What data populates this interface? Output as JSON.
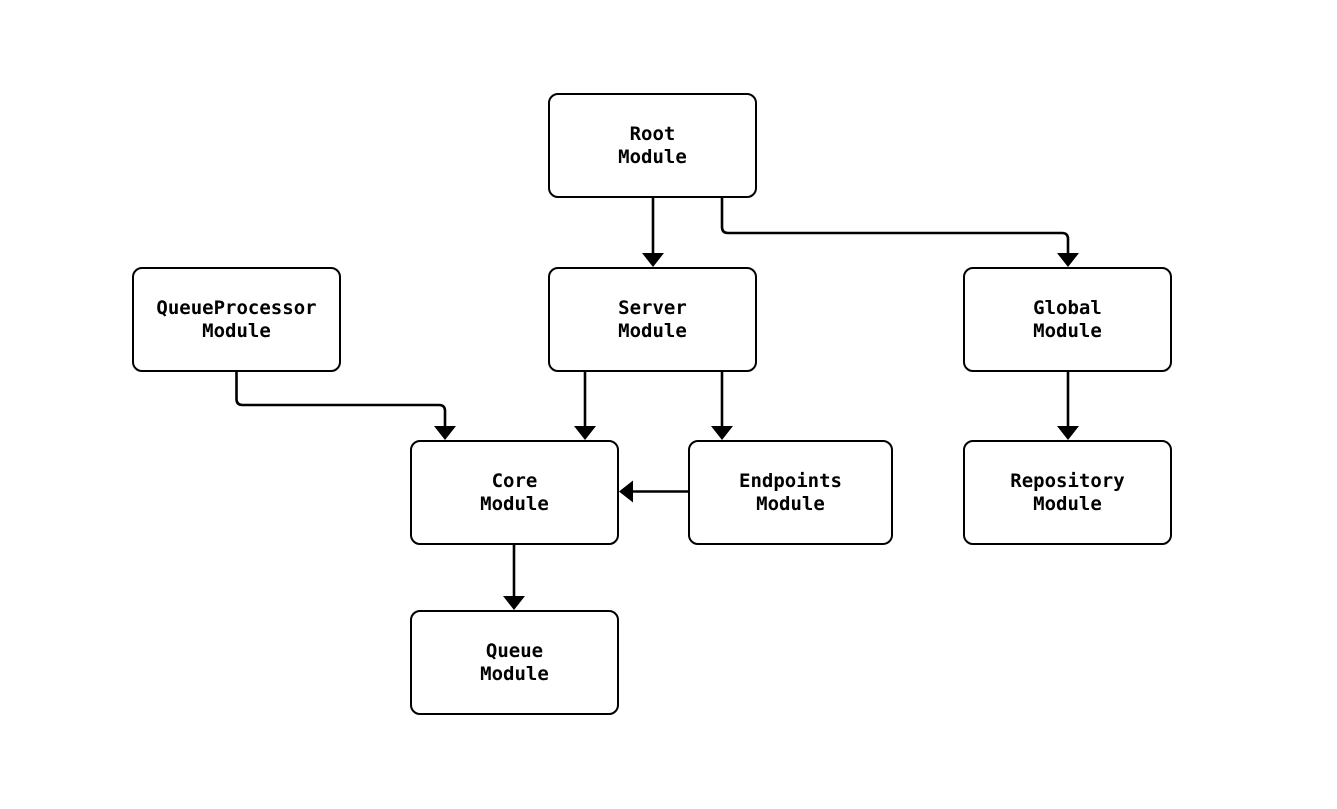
{
  "diagram": {
    "type": "module-dependency-flowchart",
    "background_color": "#ffffff",
    "stroke_color": "#000000",
    "node_fill_color": "#ffffff",
    "text_color": "#000000",
    "nodes": {
      "root": {
        "line1": "Root",
        "line2": "Module"
      },
      "queue_processor": {
        "line1": "QueueProcessor",
        "line2": "Module"
      },
      "server": {
        "line1": "Server",
        "line2": "Module"
      },
      "global": {
        "line1": "Global",
        "line2": "Module"
      },
      "core": {
        "line1": "Core",
        "line2": "Module"
      },
      "endpoints": {
        "line1": "Endpoints",
        "line2": "Module"
      },
      "repository": {
        "line1": "Repository",
        "line2": "Module"
      },
      "queue": {
        "line1": "Queue",
        "line2": "Module"
      }
    },
    "edges": [
      {
        "from": "Root Module",
        "to": "Server Module"
      },
      {
        "from": "Root Module",
        "to": "Global Module"
      },
      {
        "from": "QueueProcessor Module",
        "to": "Core Module"
      },
      {
        "from": "Server Module",
        "to": "Core Module"
      },
      {
        "from": "Server Module",
        "to": "Endpoints Module"
      },
      {
        "from": "Endpoints Module",
        "to": "Core Module"
      },
      {
        "from": "Global Module",
        "to": "Repository Module"
      },
      {
        "from": "Core Module",
        "to": "Queue Module"
      }
    ]
  }
}
